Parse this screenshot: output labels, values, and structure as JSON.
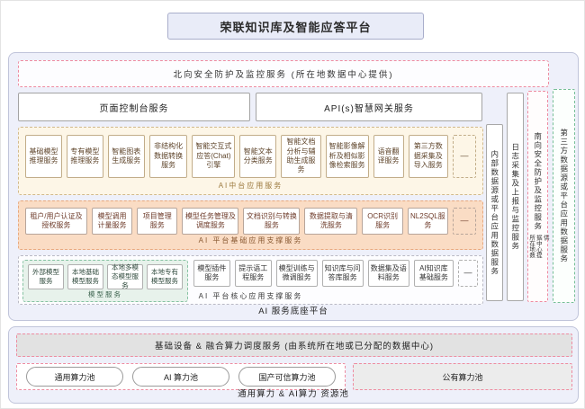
{
  "title": "荣联知识库及智能应答平台",
  "colors": {
    "panel_bg": "#eef0fa",
    "pink_dash": "#ee8ba1",
    "green_dash": "#76bf97",
    "row1_bg": "#fdf6e7",
    "row2_bg": "#fadcc4",
    "model_group_bg": "#e7f2eb",
    "scheduler_bg": "#e2e2e2"
  },
  "platform": {
    "north_banner": "北向安全防护及监控服务 (所在地数据中心提供)",
    "console": "页面控制台服务",
    "gateway": "API(s)智慧网关服务",
    "app_layer": {
      "label": "AI中台应用服务",
      "items": [
        "基础模型推理服务",
        "专有模型推理服务",
        "智能图表生成服务",
        "非结构化数据转换服务",
        "智能交互式应答(Chat)引擎",
        "智能文本分类服务",
        "智能文档分析与辅助生成服务",
        "智能影像解析及相似影像检索服务",
        "语音翻译服务",
        "第三方数据采集及导入服务",
        "—"
      ]
    },
    "base_support": {
      "label": "AI 平台基础应用支撑服务",
      "items": [
        "租户/用户认证及授权服务",
        "模型调用计量服务",
        "项目管理服务",
        "模型任务管理及调度服务",
        "文档识别与转换服务",
        "数据提取与清洗服务",
        "OCR识别服务",
        "NL2SQL服务",
        "—"
      ]
    },
    "core_support": {
      "label": "AI 平台核心应用支撑服务",
      "model_group": {
        "label": "模型服务",
        "items": [
          "外部模型服务",
          "本地基础模型服务",
          "本地多模态模型服务",
          "本地专有模型服务"
        ]
      },
      "items": [
        "模型插件服务",
        "提示语工程服务",
        "模型训练与微调服务",
        "知识库与问答库服务",
        "数据集及语料服务",
        "AI知识库基础服务",
        "—"
      ]
    },
    "strips": [
      {
        "label": "内部数据源或平台应用数据服务"
      },
      {
        "label": "日志采集及上报与监控服务"
      },
      {
        "label": "南向安全防护及监控服务",
        "sub": "所在地数据中心提供"
      },
      {
        "label": "第三方数据源或平台应用数据服务"
      }
    ],
    "footer": "AI 服务底座平台"
  },
  "infrastructure": {
    "scheduler": "基础设备 & 融合算力调度服务 (由系统所在地或已分配的数据中心)",
    "pools": [
      "通用算力池",
      "AI 算力池",
      "国产可信算力池"
    ],
    "public_pool": "公有算力池",
    "footer": "通用算力 & AI算力 资源池"
  }
}
